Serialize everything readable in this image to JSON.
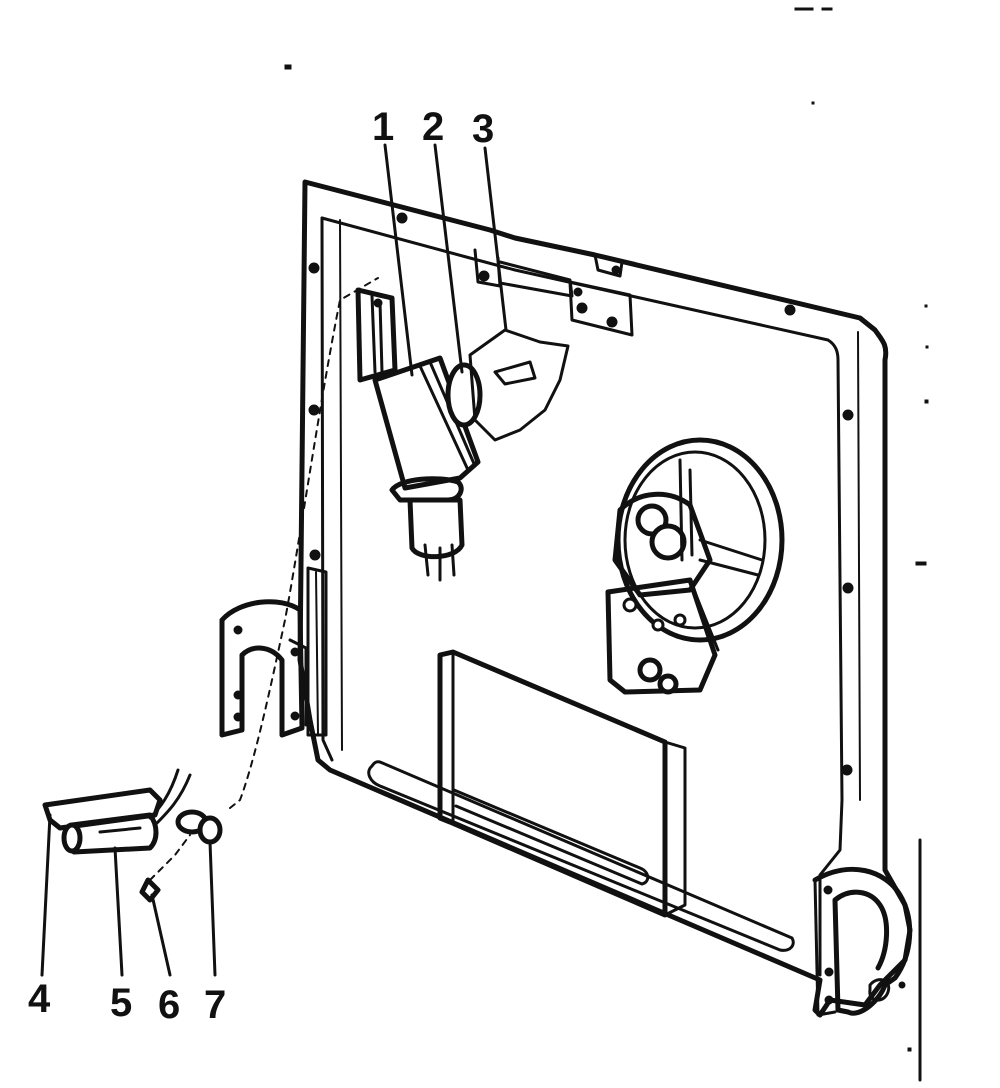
{
  "diagram": {
    "callouts": {
      "c1": "1",
      "c2": "2",
      "c3": "3",
      "c4": "4",
      "c5": "5",
      "c6": "6",
      "c7": "7"
    },
    "colors": {
      "ink": "#111111",
      "paper": "#ffffff"
    }
  }
}
